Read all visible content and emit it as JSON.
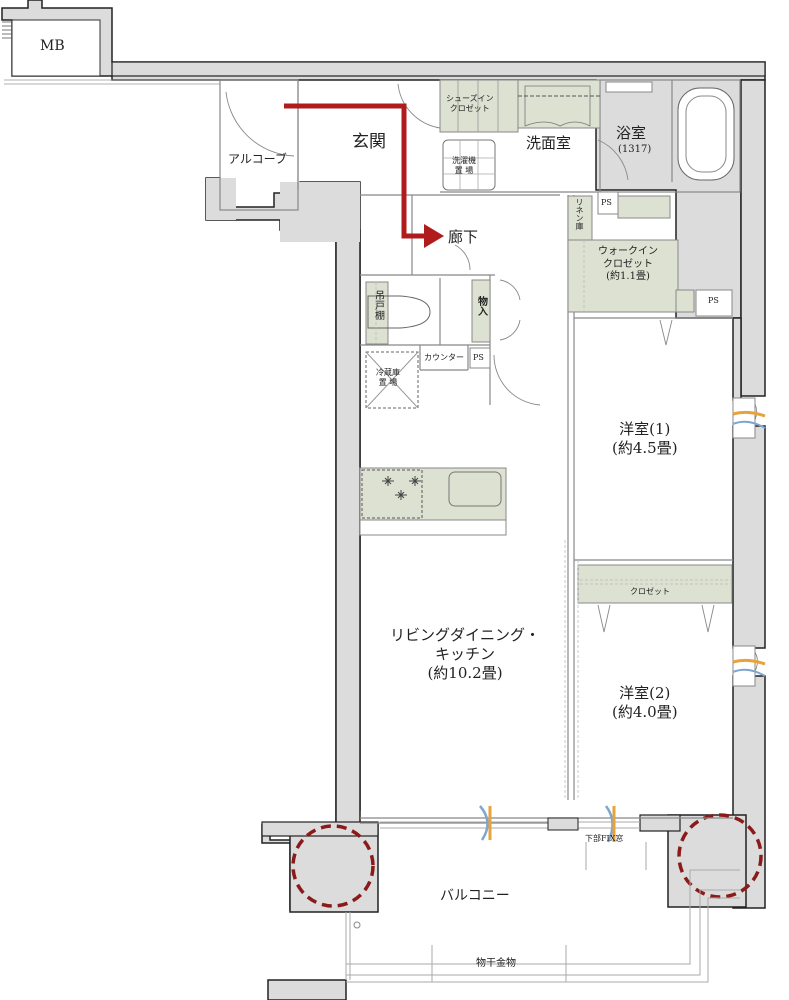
{
  "plan": {
    "colors": {
      "wall": "#dcdcdc",
      "wall_line": "#222222",
      "storage": "#dde1d2",
      "route_arrow": "#b01c1c",
      "column_circle": "#8b1a1a",
      "vent_warm": "#e8a33a",
      "vent_cool": "#7ea6cf"
    },
    "rooms": {
      "mb": "MB",
      "alcove": "アルコーブ",
      "entrance": "玄関",
      "shoes_closet": [
        "シューズイン",
        "クロゼット"
      ],
      "washroom": "洗面室",
      "washer": [
        "洗濯機",
        "置 場"
      ],
      "bath": "浴室",
      "bath_size": "(1317)",
      "linen": "リネン庫",
      "ps1": "PS",
      "ps2": "PS",
      "ps3": "PS",
      "hallway": "廊下",
      "wic": [
        "ウォークイン",
        "クロゼット",
        "(約1.1畳)"
      ],
      "toilet_shelf": "吊戸棚",
      "storage": "物入",
      "counter": "カウンター",
      "fridge": [
        "冷蔵庫",
        "置 場"
      ],
      "western1": [
        "洋室(1)",
        "(約4.5畳)"
      ],
      "closet": "クロゼット",
      "western2": [
        "洋室(2)",
        "(約4.0畳)"
      ],
      "ldk": [
        "リビングダイニング・",
        "キッチン",
        "(約10.2畳)"
      ],
      "fix_window": "下部FIX窓",
      "balcony": "バルコニー",
      "laundry_hanger": "物干金物"
    }
  }
}
